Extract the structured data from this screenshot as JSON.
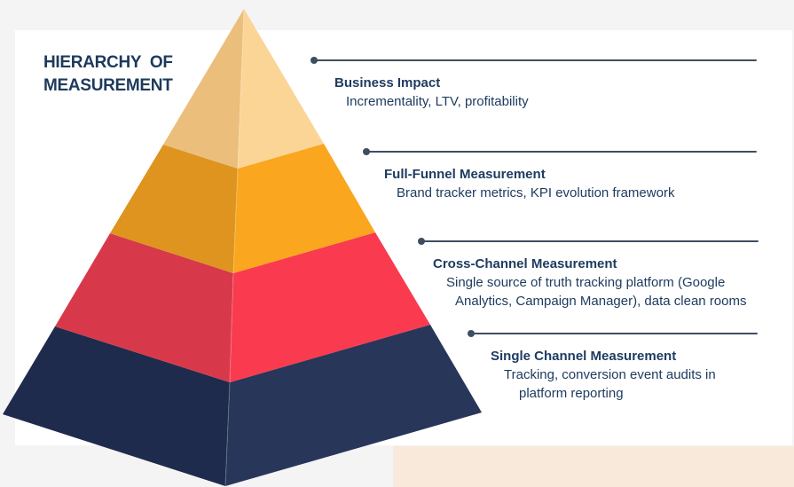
{
  "title": {
    "line1": "HIERARCHY  OF",
    "line2": "MEASUREMENT"
  },
  "colors": {
    "background": "#f4f4f5",
    "card": "#ffffff",
    "peach_band": "#f8e9da",
    "connector": "#3e4e61",
    "text": "#1e3c60"
  },
  "pyramid": {
    "tiers": [
      {
        "name": "Business Impact",
        "left_color": "#ebbe7c",
        "right_color": "#fbd596"
      },
      {
        "name": "Full-Funnel Measurement",
        "left_color": "#de941f",
        "right_color": "#faa61e"
      },
      {
        "name": "Cross-Channel Measurement",
        "left_color": "#d8394a",
        "right_color": "#fa3a4e"
      },
      {
        "name": "Single Channel Measurement",
        "left_color": "#1f2b4d",
        "right_color": "#273659"
      }
    ]
  },
  "annotations": [
    {
      "title": "Business Impact",
      "desc_lines": [
        "Incrementality, LTV, profitability"
      ]
    },
    {
      "title": "Full-Funnel Measurement",
      "desc_lines": [
        "Brand tracker metrics, KPI evolution framework"
      ]
    },
    {
      "title": "Cross-Channel Measurement",
      "desc_lines": [
        "Single source of truth tracking platform (Google",
        "Analytics, Campaign Manager), data clean rooms"
      ]
    },
    {
      "title": "Single Channel Measurement",
      "desc_lines": [
        "Tracking, conversion event audits in",
        "platform reporting"
      ]
    }
  ]
}
